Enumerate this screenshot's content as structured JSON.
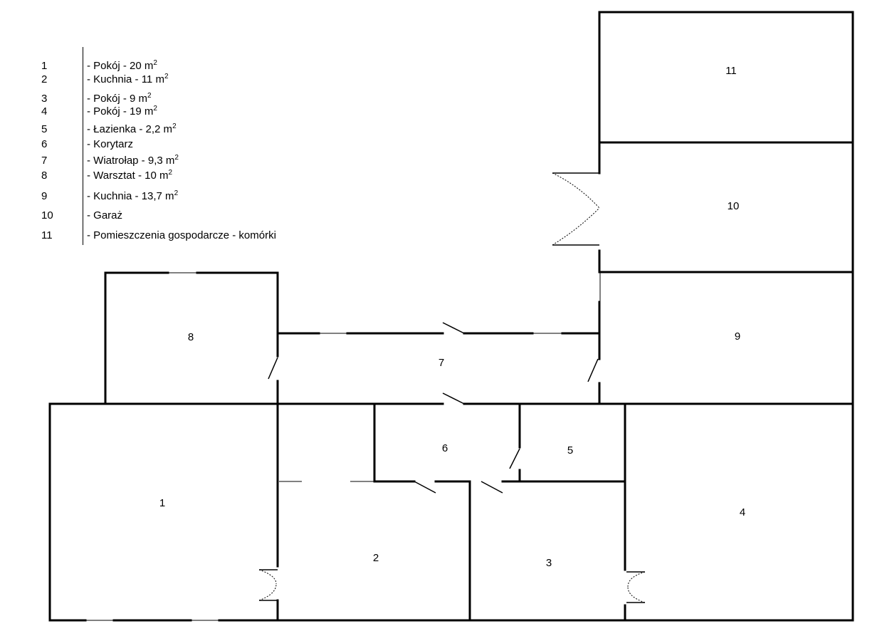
{
  "legend": {
    "items": [
      {
        "num": "1",
        "name": "- Pokój - 20 m",
        "sup": "2"
      },
      {
        "num": "2",
        "name": "- Kuchnia - 11 m",
        "sup": "2"
      },
      {
        "num": "3",
        "name": "- Pokój - 9 m",
        "sup": "2"
      },
      {
        "num": "4",
        "name": "- Pokój - 19 m",
        "sup": "2"
      },
      {
        "num": "5",
        "name": "- Łazienka - 2,2 m",
        "sup": "2"
      },
      {
        "num": "6",
        "name": "- Korytarz",
        "sup": ""
      },
      {
        "num": "7",
        "name": "- Wiatrołap - 9,3 m",
        "sup": "2"
      },
      {
        "num": "8",
        "name": "- Warsztat - 10 m",
        "sup": "2"
      },
      {
        "num": "9",
        "name": "- Kuchnia - 13,7 m",
        "sup": "2"
      },
      {
        "num": "10",
        "name": "- Garaż",
        "sup": ""
      },
      {
        "num": "11",
        "name": "- Pomieszczenia gospodarcze - komórki",
        "sup": ""
      }
    ]
  },
  "rooms": {
    "r1": "1",
    "r2": "2",
    "r3": "3",
    "r4": "4",
    "r5": "5",
    "r6": "6",
    "r7": "7",
    "r8": "8",
    "r9": "9",
    "r10": "10",
    "r11": "11"
  }
}
